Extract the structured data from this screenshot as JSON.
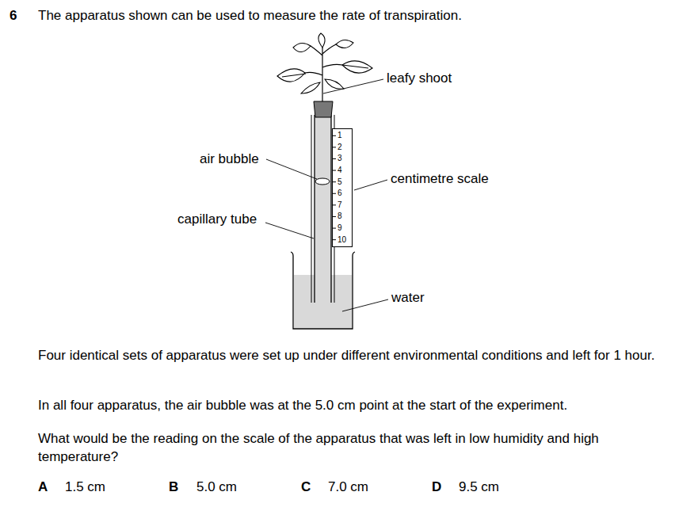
{
  "diagram": {
    "nodes": [
      {
        "text": [
          "1",
          "2",
          "3",
          "4",
          "5",
          "6",
          "7",
          "8",
          "9",
          "10"
        ]
      }
    ],
    "labels": [
      "6",
      "The apparatus shown can be used to measure the rate of transpiration.",
      "leafy shoot",
      "air bubble",
      "centimetre scale",
      "capillary tube",
      "water",
      "Four identical sets of apparatus were set up under different environmental conditions and left for 1 hour.",
      "In all four apparatus, the air bubble was at the 5.0 cm point at the start of the experiment.",
      "What would be the reading on the scale of the apparatus that was left in low humidity and high temperature?",
      "A",
      "1.5 cm",
      "B",
      "5.0 cm",
      "C",
      "7.0 cm",
      "D",
      "9.5 cm"
    ]
  }
}
